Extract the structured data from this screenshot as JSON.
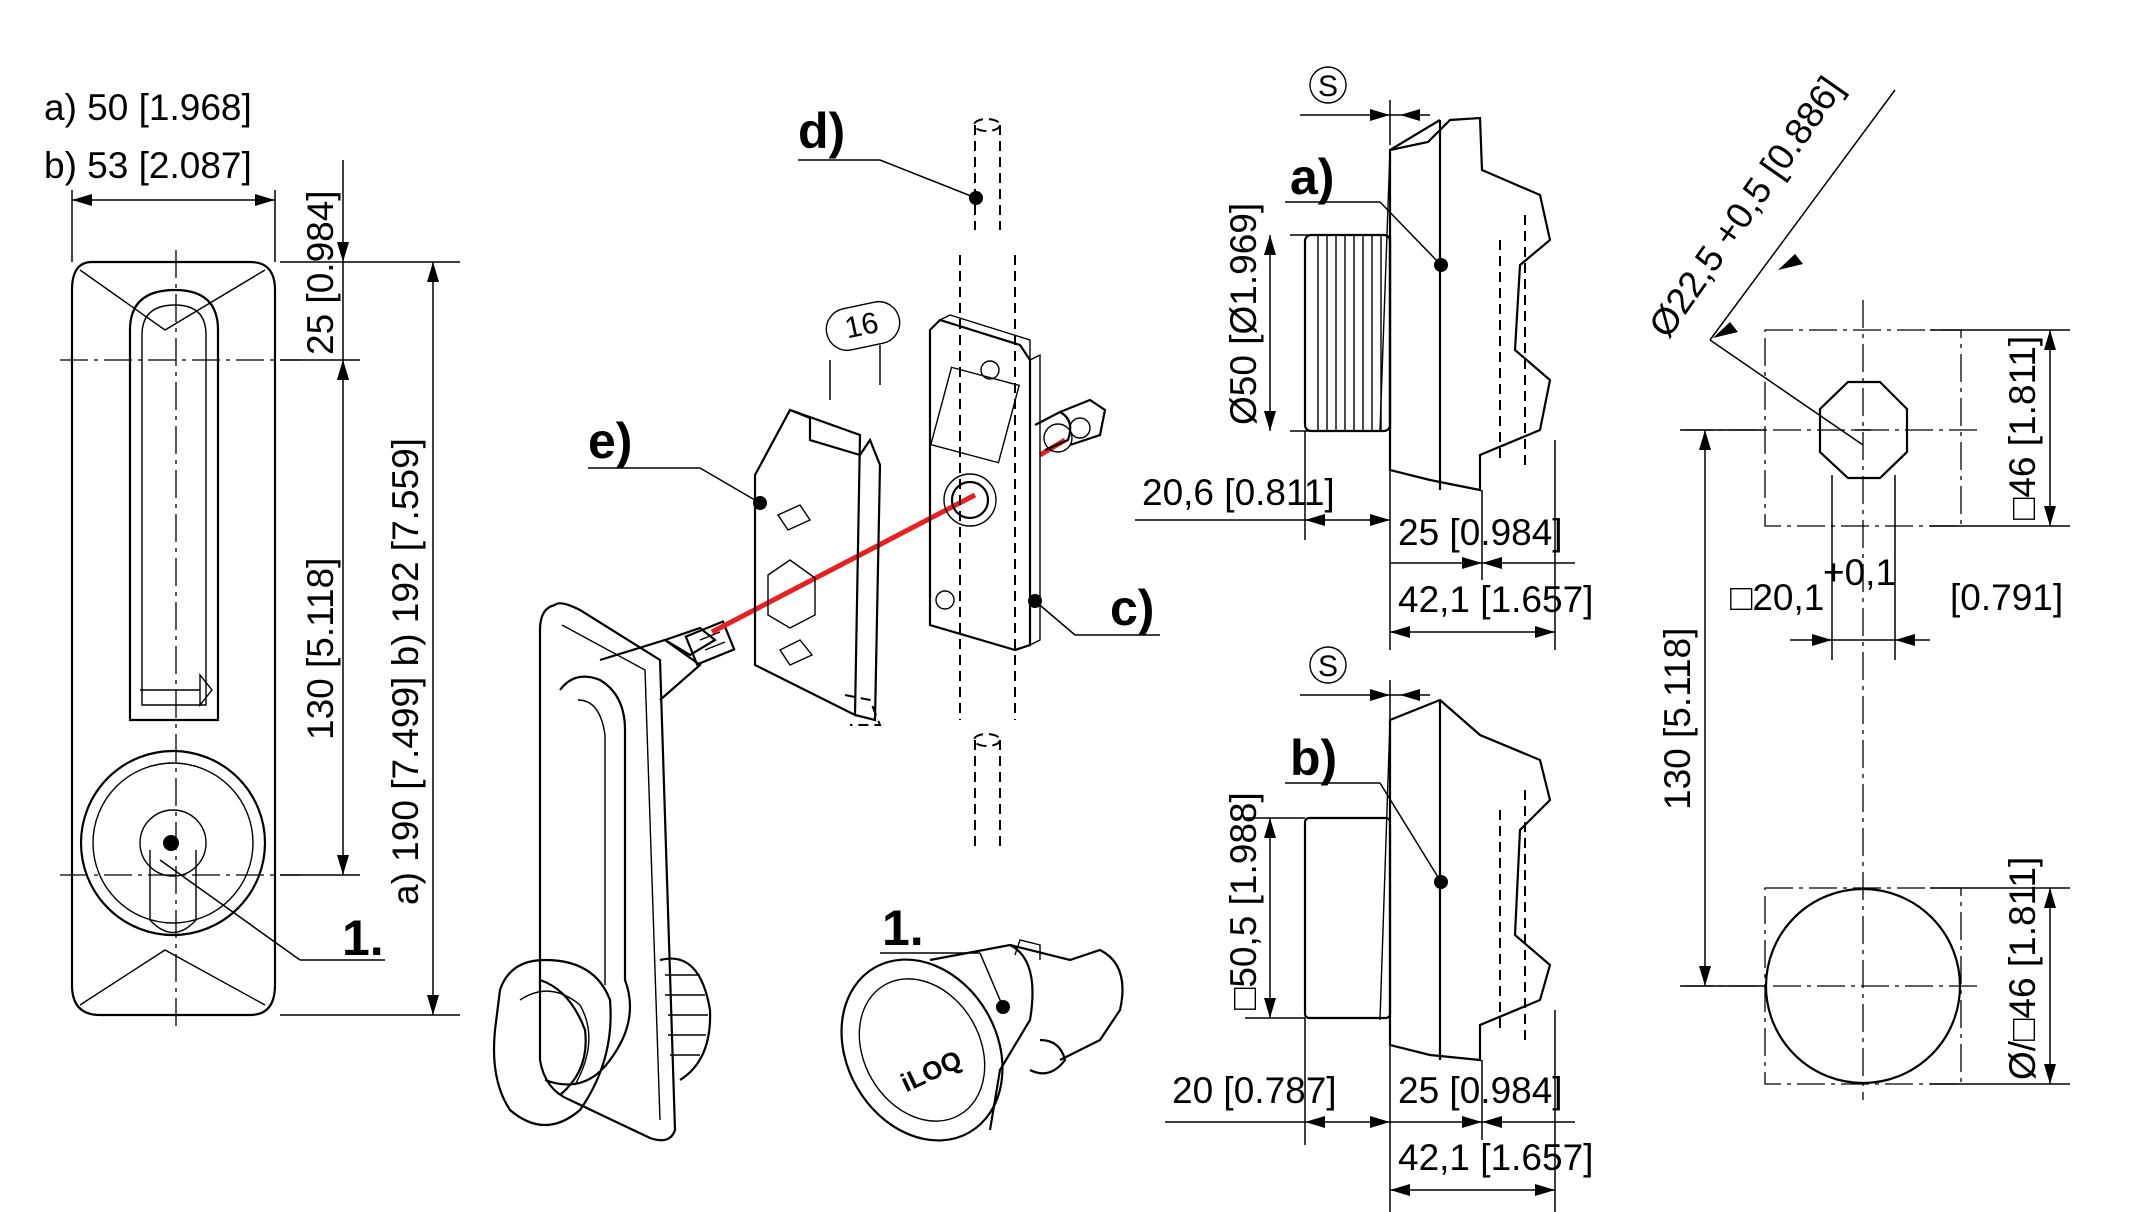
{
  "dims": {
    "width_a": "a) 50 [1.968]",
    "width_b": "b) 53 [2.087]",
    "top_25": "25 [0.984]",
    "len_130_left": "130 [5.118]",
    "total_len": "a) 190 [7.499]  b) 192 [7.559]",
    "dia_50": "Ø50 [Ø1.969]",
    "d_20_6": "20,6 [0.811]",
    "d_25_a": "25 [0.984]",
    "d_42_a": "42,1 [1.657]",
    "sq_50_5": "□50,5 [1.988]",
    "d_20": "20 [0.787]",
    "d_25_b": "25 [0.984]",
    "d_42_b": "42,1 [1.657]",
    "dia_22_5": "Ø22,5 +0,5 [0.886]",
    "sq_46_top": "□46 [1.811]",
    "sq_20_1": "□20,1",
    "tol_01": "+0,1",
    "in_0791": "[0.791]",
    "len_130_right": "130 [5.118]",
    "dia_sq_46": "Ø/□46 [1.811]",
    "s_a": "S",
    "s_b": "S",
    "box_16": "16"
  },
  "labels": {
    "a": "a)",
    "b": "b)",
    "c": "c)",
    "d": "d)",
    "e": "e)",
    "one_left": "1.",
    "one_mid": "1."
  },
  "brand": "iLOQ",
  "colors": {
    "line": "#000000",
    "laser": "#e8201f",
    "background": "#ffffff"
  }
}
